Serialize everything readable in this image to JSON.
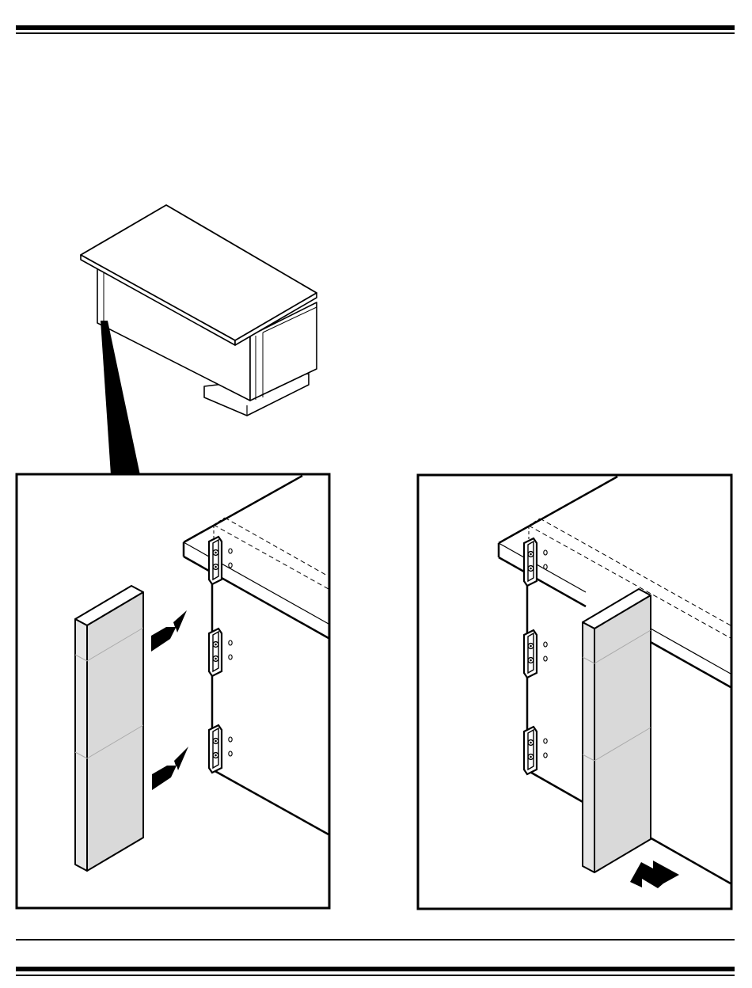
{
  "document": {
    "type": "assembly-instruction-illustration",
    "steps": [
      {
        "step": "overview",
        "description_visible_text": ""
      },
      {
        "step": "attach-panel-to-brackets",
        "description_visible_text": ""
      },
      {
        "step": "panel-installed",
        "description_visible_text": ""
      }
    ]
  },
  "colors": {
    "ink": "#000000",
    "panel_fill": "#e2e2e2",
    "background": "#ffffff"
  },
  "icons": [
    "arrow-icon",
    "bracket-icon",
    "callout-pointer"
  ]
}
